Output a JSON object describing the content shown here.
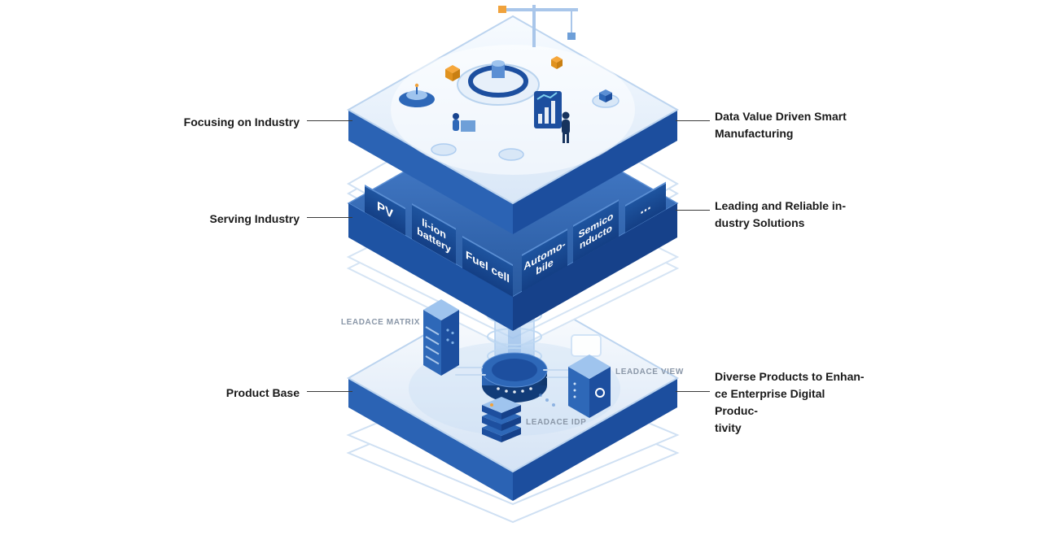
{
  "palette": {
    "primary_dark": "#1D4F9F",
    "primary": "#2E68B8",
    "light_blue": "#9FC4EE",
    "pale_blue": "#DCE9F8",
    "outline_blue": "#CFE0F3",
    "accent_orange": "#F2A33C",
    "text_dark": "#1A1A1A",
    "muted_label": "#8A97A8",
    "connector_line": "#3A3A3A"
  },
  "layers": [
    {
      "left_label": "Focusing on Industry",
      "right_lines": [
        "Data Value Driven Smart",
        "Manufacturing"
      ]
    },
    {
      "left_label": "Serving Industry",
      "right_lines": [
        "Leading and Reliable in-",
        "dustry Solutions"
      ]
    },
    {
      "left_label": "Product Base",
      "right_lines": [
        "Diverse Products to Enhan-",
        "ce Enterprise Digital Produc-",
        "tivity"
      ]
    }
  ],
  "industry_tiles": [
    {
      "label": "PV"
    },
    {
      "label": "li-ion battery"
    },
    {
      "label": "Fuel cell"
    },
    {
      "label": "Automo-bile"
    },
    {
      "label": "Semico nducto"
    },
    {
      "label": "..."
    }
  ],
  "products": [
    {
      "label": "LEADACE MATRIX"
    },
    {
      "label": "LEADACE VIEW"
    },
    {
      "label": "LEADACE IDP"
    }
  ]
}
